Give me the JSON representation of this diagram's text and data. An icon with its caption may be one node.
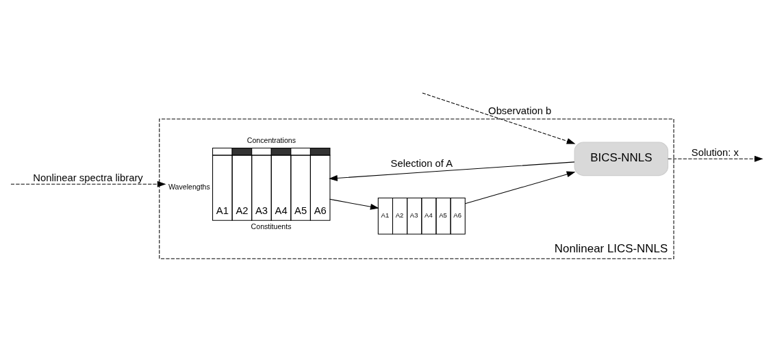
{
  "diagram": {
    "nodes": [
      {
        "text": [
          "Nonlinear LICS-NNLS"
        ]
      },
      {
        "text": [
          "Concentrations",
          "Wavelengths",
          "A1",
          "A2",
          "A3",
          "A4",
          "A5",
          "A6",
          "Constituents"
        ],
        "in": 0
      },
      {
        "text": [
          "A1",
          "A2",
          "A3",
          "A4",
          "A5",
          "A6"
        ],
        "in": 0
      },
      {
        "text": [
          "BICS-NNLS"
        ],
        "in": 0
      }
    ],
    "edges": [
      {
        "from": null,
        "to": 1,
        "arrow": "to",
        "style": "dashed",
        "label": "Nonlinear spectra library"
      },
      {
        "from": 1,
        "to": 2,
        "arrow": "to"
      },
      {
        "from": 2,
        "to": 3,
        "arrow": "to"
      },
      {
        "from": null,
        "to": 3,
        "arrow": "to",
        "style": "dashed",
        "label": "Observation b"
      },
      {
        "from": 3,
        "to": 1,
        "arrow": "to",
        "label": "Selection of A"
      },
      {
        "from": 3,
        "to": null,
        "arrow": "to",
        "style": "dashed",
        "label": "Solution: x"
      }
    ]
  }
}
